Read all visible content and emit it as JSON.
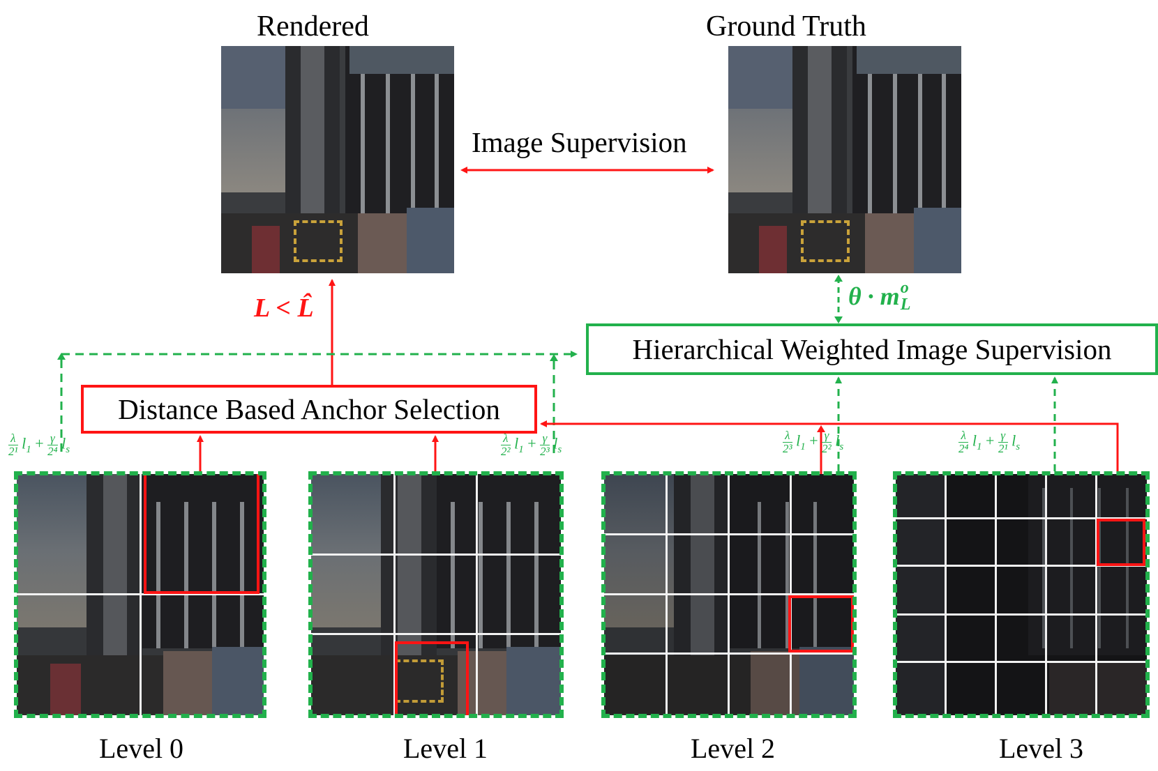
{
  "title_rendered": "Rendered",
  "title_ground_truth": "Ground Truth",
  "image_supervision": "Image Supervision",
  "loss_condition": "L < L̂",
  "weight_label": "θ · m",
  "weight_sup": "o",
  "weight_sub": "L",
  "box_anchor_selection": "Distance Based Anchor Selection",
  "box_hierarchical": "Hierarchical Weighted Image Supervision",
  "loss_terms": [
    {
      "lambda_num": "λ",
      "lambda_den": "2¹",
      "l1": "l",
      "l1_sub": "1",
      "plus": "+",
      "gamma_num": "γ",
      "gamma_den": "2⁴",
      "ls": "l",
      "ls_sub": "s"
    },
    {
      "lambda_num": "λ",
      "lambda_den": "2²",
      "l1": "l",
      "l1_sub": "1",
      "plus": "+",
      "gamma_num": "γ",
      "gamma_den": "2³",
      "ls": "l",
      "ls_sub": "s"
    },
    {
      "lambda_num": "λ",
      "lambda_den": "2³",
      "l1": "l",
      "l1_sub": "1",
      "plus": "+",
      "gamma_num": "γ",
      "gamma_den": "2²",
      "ls": "l",
      "ls_sub": "s"
    },
    {
      "lambda_num": "λ",
      "lambda_den": "2⁴",
      "l1": "l",
      "l1_sub": "1",
      "plus": "+",
      "gamma_num": "γ",
      "gamma_den": "2¹",
      "ls": "l",
      "ls_sub": "s"
    }
  ],
  "levels": [
    {
      "label": "Level 0",
      "grid": 2
    },
    {
      "label": "Level 1",
      "grid": 3
    },
    {
      "label": "Level 2",
      "grid": 4
    },
    {
      "label": "Level 3",
      "grid": 5
    }
  ],
  "colors": {
    "red": "#ff1414",
    "green": "#22b14c",
    "grid": "#f2f2f2"
  }
}
